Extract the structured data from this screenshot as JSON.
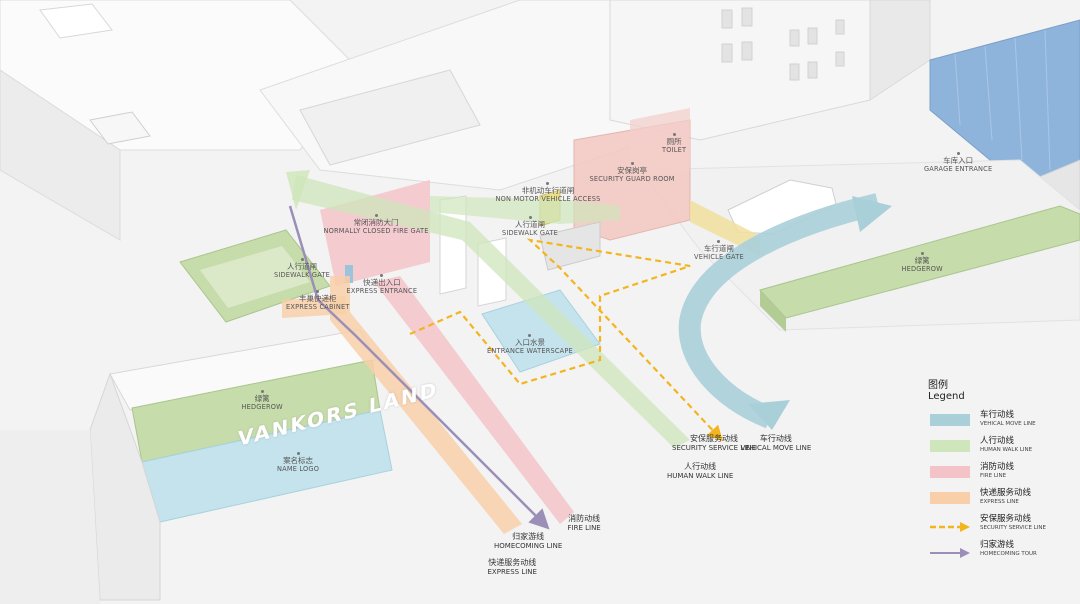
{
  "title": "",
  "land_text": "VANKORS LAND",
  "zones": [
    {
      "id": "normally-closed-fire-gate",
      "cn": "常闭消防大门",
      "en": "NORMALLY CLOSED FIRE GATE"
    },
    {
      "id": "non-motor-vehicle-access",
      "cn": "非机动车行道闸",
      "en": "NON MOTOR VEHICLE ACCESS"
    },
    {
      "id": "security-guard-room",
      "cn": "安保岗亭",
      "en": "SECURITY GUARD ROOM"
    },
    {
      "id": "toilet",
      "cn": "厕所",
      "en": "TOILET"
    },
    {
      "id": "garage-entrance",
      "cn": "车库入口",
      "en": "GARAGE ENTRANCE"
    },
    {
      "id": "sidewalk-gate-center",
      "cn": "人行道闸",
      "en": "SIDEWALK GATE"
    },
    {
      "id": "vehicle-gate",
      "cn": "车行道闸",
      "en": "VEHICLE GATE"
    },
    {
      "id": "hedgerow-right",
      "cn": "绿篱",
      "en": "HEDGEROW"
    },
    {
      "id": "sidewalk-gate-left",
      "cn": "人行道闸",
      "en": "SIDEWALK GATE"
    },
    {
      "id": "express-entrance",
      "cn": "快递出入口",
      "en": "EXPRESS ENTRANCE"
    },
    {
      "id": "express-cabinet",
      "cn": "丰巢快递柜",
      "en": "EXPRESS CABINET"
    },
    {
      "id": "entrance-waterscape",
      "cn": "入口水景",
      "en": "ENTRANCE WATERSCAPE"
    },
    {
      "id": "hedgerow-left",
      "cn": "绿篱",
      "en": "HEDGEROW"
    },
    {
      "id": "name-logo",
      "cn": "案名标志",
      "en": "NAME LOGO"
    }
  ],
  "route_labels": [
    {
      "id": "security-service-line",
      "cn": "安保服务动线",
      "en": "SECURITY SERVICE LINE"
    },
    {
      "id": "vehicle-move-line",
      "cn": "车行动线",
      "en": "VEHICAL MOVE LINE"
    },
    {
      "id": "human-walk-line",
      "cn": "人行动线",
      "en": "HUMAN  WALK LINE"
    },
    {
      "id": "fire-line",
      "cn": "消防动线",
      "en": "FIRE LINE"
    },
    {
      "id": "homecoming-line",
      "cn": "归家游线",
      "en": "HOMECOMING LINE"
    },
    {
      "id": "express-line",
      "cn": "快递服务动线",
      "en": "EXPRESS LINE"
    }
  ],
  "legend": {
    "title_cn": "图例",
    "title_en": "Legend",
    "items": [
      {
        "cn": "车行动线",
        "en": "VEHICAL MOVE LINE",
        "type": "band",
        "color": "#a9cfd9"
      },
      {
        "cn": "人行动线",
        "en": "HUMAN  WALK LINE",
        "type": "band",
        "color": "#cfe6bc"
      },
      {
        "cn": "消防动线",
        "en": "FIRE LINE",
        "type": "band",
        "color": "#f3c3c8"
      },
      {
        "cn": "快递服务动线",
        "en": "EXPRESS LINE",
        "type": "band",
        "color": "#f8cfa8"
      },
      {
        "cn": "安保服务动线",
        "en": "SECURITY SERVICE LINE",
        "type": "dashed-arrow",
        "color": "#f2b51e"
      },
      {
        "cn": "归家游线",
        "en": "HOMECOMING TOUR",
        "type": "arrow",
        "color": "#9b8fb8"
      }
    ]
  },
  "colors": {
    "vehicle": "#a9cfd9",
    "walk": "#cfe6bc",
    "fire": "#f3c3c8",
    "express": "#f8cfa8",
    "security": "#f2b51e",
    "homecoming": "#9b8fb8",
    "hedgerow": "#c6dcaa",
    "water": "#c4e3ec",
    "roof": "#8fb4dc"
  }
}
